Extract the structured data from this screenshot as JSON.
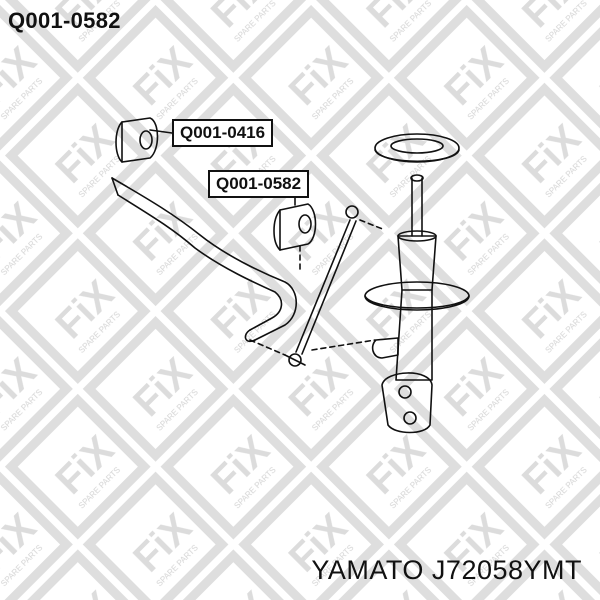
{
  "header": {
    "part_number": "Q001-0582"
  },
  "callouts": [
    {
      "label": "Q001-0416"
    },
    {
      "label": "Q001-0582"
    }
  ],
  "footer": {
    "caption": "YAMATO J72058YMT"
  },
  "watermark": {
    "brand": "FIX",
    "tagline": "SPARE PARTS",
    "color": "#d9d9d9"
  },
  "colors": {
    "line": "#111111",
    "text": "#111111",
    "background": "#ffffff"
  }
}
